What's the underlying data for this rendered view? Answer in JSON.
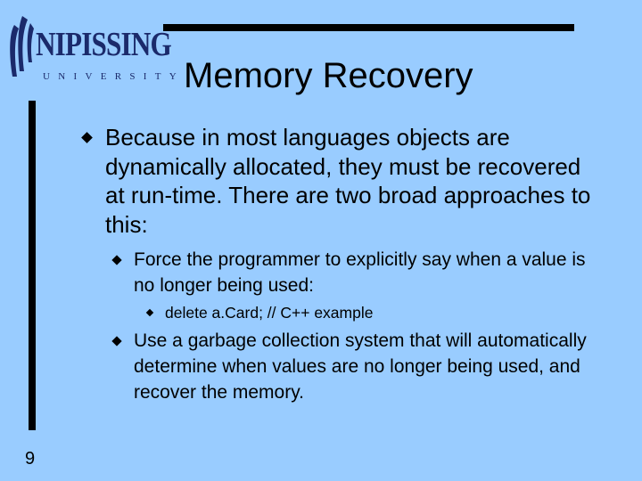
{
  "logo": {
    "title": "NIPISSING",
    "subtitle": "UNIVERSITY"
  },
  "slide": {
    "title": "Memory Recovery",
    "page_number": "9"
  },
  "bullets": {
    "main": "Because in most languages objects are dynamically allocated, they must be recovered at run-time. There are two broad approaches to this:",
    "sub1": "Force the programmer to explicitly say when a value is no longer being used:",
    "sub1_example": "delete a.Card; // C++ example",
    "sub2": "Use a garbage collection system that will automatically determine when values are no longer being used, and recover the memory."
  },
  "colors": {
    "background": "#99ccff",
    "logo": "#1b2a6b",
    "rules": "#000000"
  }
}
